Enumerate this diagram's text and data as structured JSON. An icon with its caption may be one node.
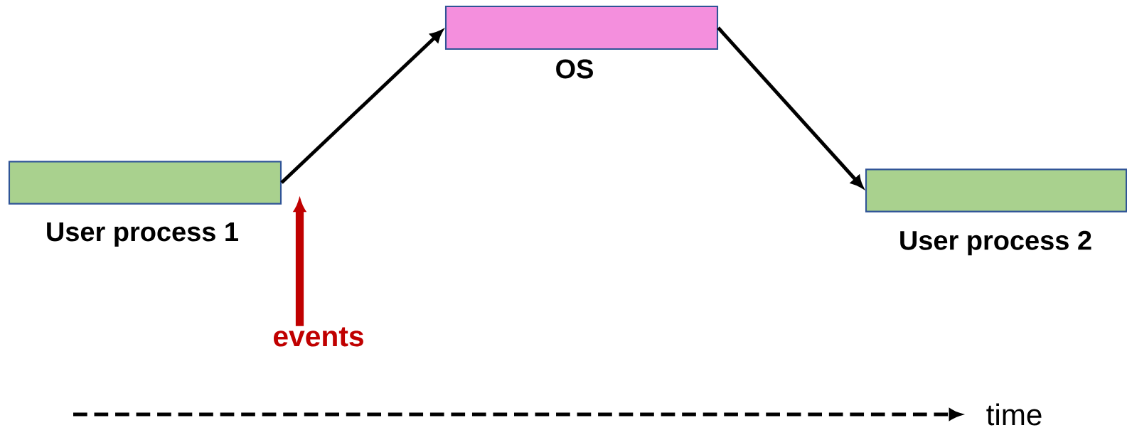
{
  "diagram": {
    "nodes": [
      {
        "text": [
          "User process 1"
        ]
      },
      {
        "text": [
          "OS"
        ]
      },
      {
        "text": [
          "User process 2"
        ]
      },
      {
        "text": [
          "events"
        ]
      }
    ],
    "edges": [
      {
        "from": 0,
        "to": 1,
        "arrow": "to"
      },
      {
        "from": 1,
        "to": 2,
        "arrow": "to"
      },
      {
        "from": 3,
        "to": 0,
        "arrow": "to",
        "style": "thick",
        "color": "#c00000"
      }
    ],
    "labels": [
      "time"
    ]
  }
}
